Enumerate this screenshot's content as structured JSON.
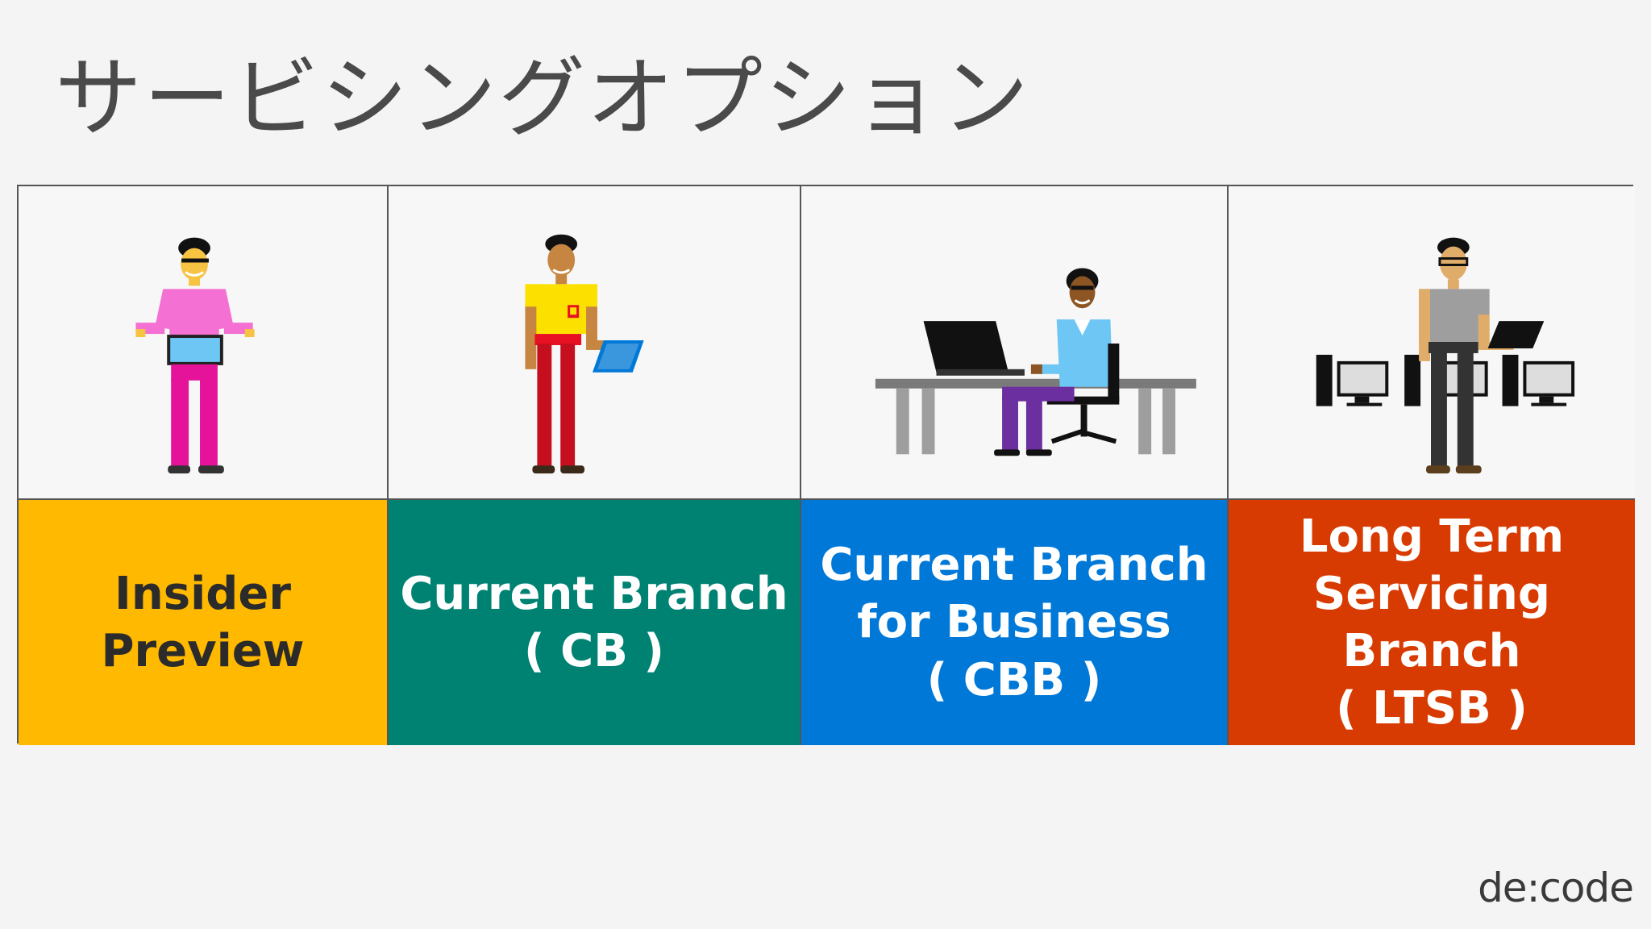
{
  "slide": {
    "title": "サービシングオプション",
    "logo": "de:code"
  },
  "colors": {
    "insider": "#ffb900",
    "cb": "#008272",
    "cbb": "#0078d7",
    "ltsb": "#d83b01",
    "insider_text": "#2b2b2b",
    "other_text": "#ffffff"
  },
  "options": [
    {
      "label": "Insider\nPreview",
      "illustration": "person-holding-tablet-icon"
    },
    {
      "label": "Current Branch\n( CB )",
      "illustration": "person-with-laptop-icon"
    },
    {
      "label": "Current Branch\nfor Business\n( CBB )",
      "illustration": "person-at-desk-icon"
    },
    {
      "label": "Long Term\nServicing\nBranch\n( LTSB )",
      "illustration": "person-with-computers-icon"
    }
  ]
}
